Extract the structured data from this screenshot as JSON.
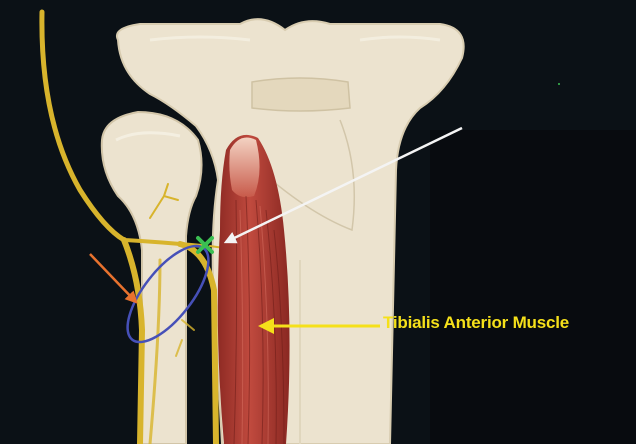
{
  "diagram": {
    "labels": [
      {
        "id": "tibialis-anterior",
        "text": "Tibialis Anterior Muscle"
      }
    ],
    "marker_names": [
      "cross-marker",
      "white-arrow",
      "orange-arrow",
      "yellow-arrow",
      "blue-loop"
    ]
  },
  "colors": {
    "background": "#0b1116",
    "bone": "#ece3cf",
    "bone_shadow": "#d8ccb0",
    "nerve": "#d8b42c",
    "muscle": "#b23a32",
    "tendon": "#eec2b0",
    "label": "#f5e01a",
    "white_arrow": "#f4f4f4",
    "orange_arrow": "#e8722e",
    "cross": "#3bbf52",
    "loop": "#4650b8"
  }
}
